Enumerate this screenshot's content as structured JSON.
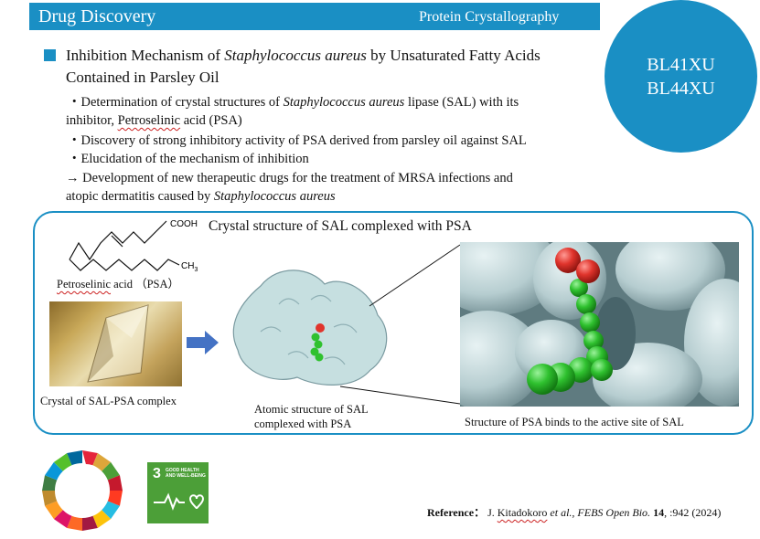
{
  "header": {
    "title": "Drug Discovery",
    "category": "Protein Crystallography"
  },
  "beamlines": [
    "BL41XU",
    "BL44XU"
  ],
  "main_title": {
    "line1_pre": "Inhibition Mechanism of ",
    "line1_ital": "Staphylococcus aureus",
    "line1_post": " by Unsaturated Fatty Acids",
    "line2": "Contained in Parsley Oil"
  },
  "points": {
    "p1_a": "・Determination of crystal structures of ",
    "p1_ital": "Staphylococcus aureus",
    "p1_b": " lipase (SAL) with  its",
    "p1_c": "inhibitor, ",
    "p1_word": "Petroselinic",
    "p1_d": " acid (PSA)",
    "p2": "・Discovery of strong inhibitory activity of PSA derived from parsley oil against SAL",
    "p3": "・Elucidation of the mechanism of inhibition",
    "p4_a": "→ Development of new therapeutic drugs for the treatment of MRSA infections and",
    "p4_b": "atopic dermatitis caused by ",
    "p4_ital": "Staphylococcus aureus"
  },
  "figure": {
    "title": "Crystal structure of SAL complexed with PSA",
    "formula_cooh": "COOH",
    "formula_ch3": "CH",
    "formula_ch3_sub": "3",
    "psa_word": "Petroselinic",
    "psa_rest": " acid （PSA）",
    "crystal_caption": "Crystal of SAL-PSA complex",
    "sal_caption_1": "Atomic structure of SAL",
    "sal_caption_2": "complexed with PSA",
    "zoom_caption": "Structure of PSA binds to the active site of SAL"
  },
  "sdg": {
    "number": "3",
    "text": "GOOD HEALTH AND WELL-BEING",
    "tile_color": "#4c9f38"
  },
  "reference": {
    "label": "Reference：",
    "authors_a": " J. ",
    "authors_name": "Kitadokoro",
    "authors_etal": " et al., ",
    "journal": "FEBS Open Bio.",
    "volume": " 14",
    "pages": ", :942 (2024)"
  },
  "colors": {
    "accent": "#1a8fc4",
    "sdg_green": "#4c9f38",
    "psa_green": "#2fc12f",
    "oxygen_red": "#e0342c"
  }
}
